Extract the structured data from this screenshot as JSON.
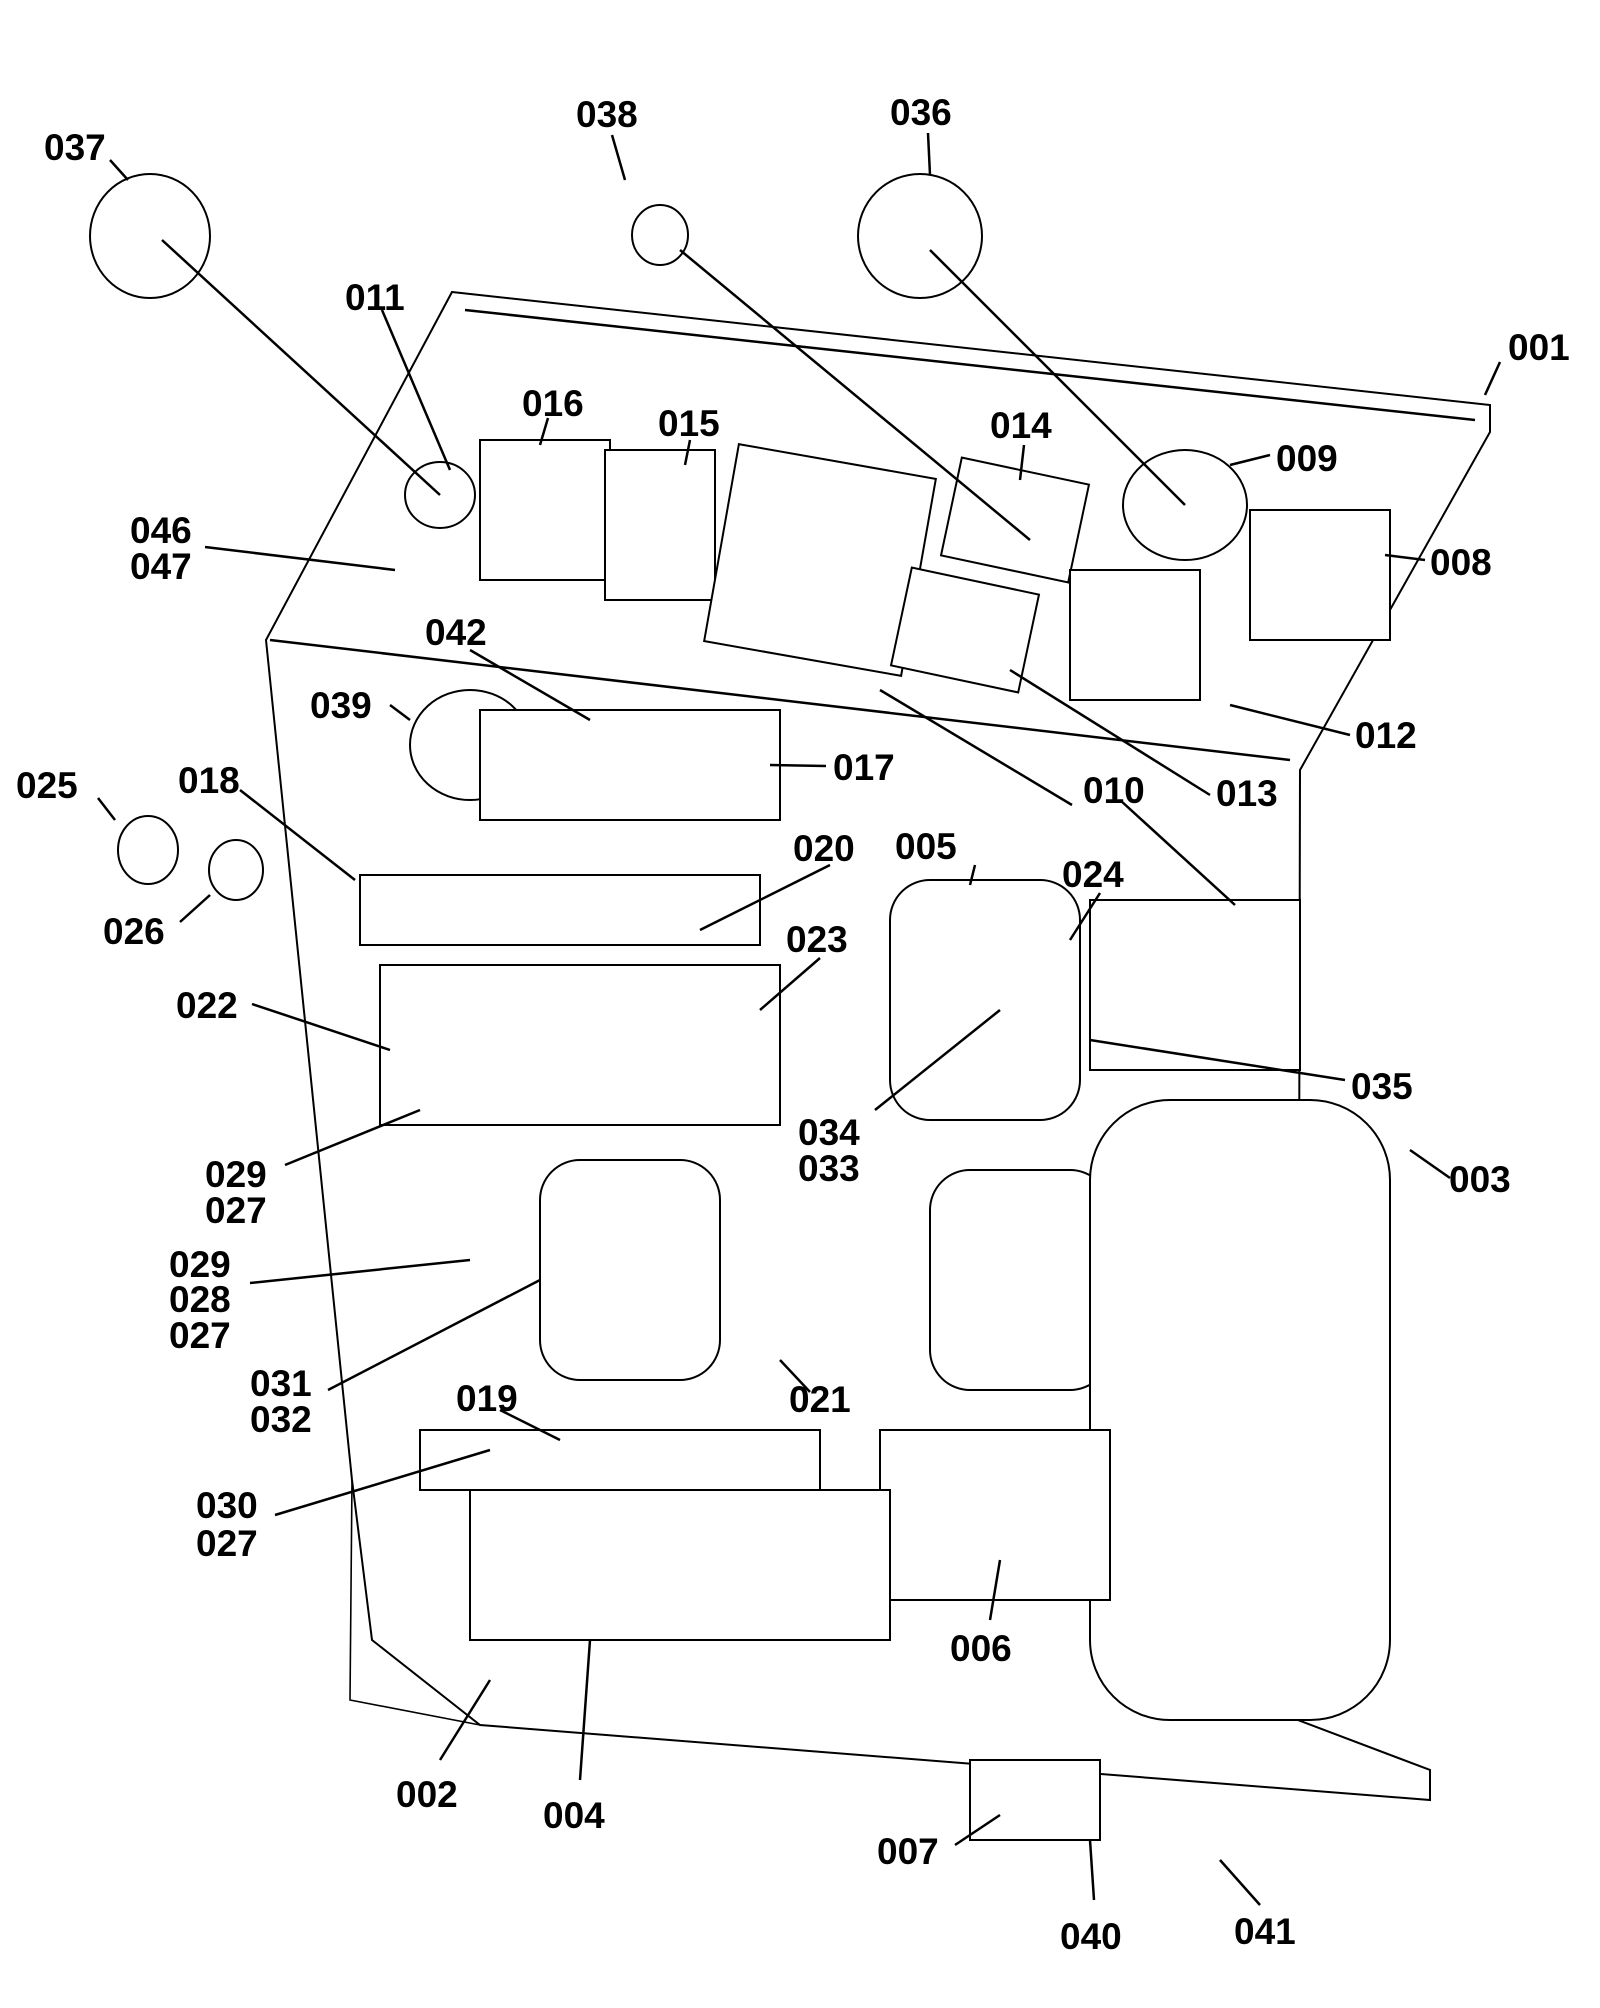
{
  "diagram": {
    "callouts": {
      "c001": "001",
      "c002": "002",
      "c003": "003",
      "c004": "004",
      "c005": "005",
      "c006": "006",
      "c007": "007",
      "c008": "008",
      "c009": "009",
      "c010a": "010",
      "c010b": "010",
      "c011": "011",
      "c012": "012",
      "c013": "013",
      "c014": "014",
      "c015": "015",
      "c016": "016",
      "c017": "017",
      "c018": "018",
      "c019": "019",
      "c020": "020",
      "c021": "021",
      "c022": "022",
      "c023": "023",
      "c024": "024",
      "c025": "025",
      "c026": "026",
      "c029a": "029",
      "c027a": "027",
      "c029b": "029",
      "c028": "028",
      "c027b": "027",
      "c030": "030",
      "c027c": "027",
      "c031": "031",
      "c032": "032",
      "c033": "033",
      "c034": "034",
      "c035": "035",
      "c036": "036",
      "c037": "037",
      "c038": "038",
      "c039": "039",
      "c040": "040",
      "c041": "041",
      "c042": "042",
      "c046": "046",
      "c047": "047"
    }
  }
}
